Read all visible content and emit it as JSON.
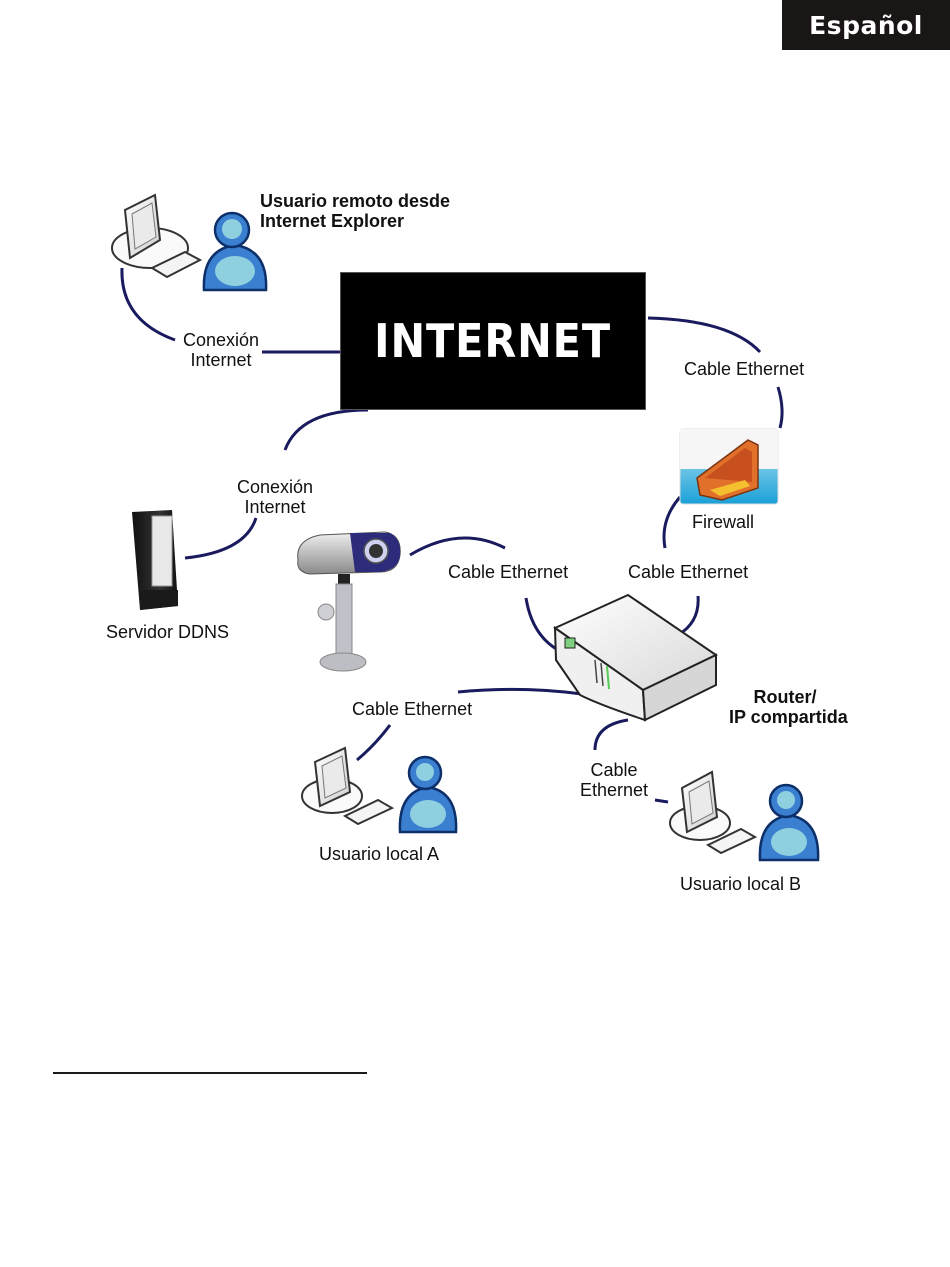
{
  "header": {
    "language_tab": "Español"
  },
  "diagram": {
    "center": "INTERNET",
    "nodes": {
      "remote_user": "Usuario remoto desde\nInternet Explorer",
      "remote_user_line1": "Usuario remoto desde",
      "remote_user_line2": "Internet Explorer",
      "ddns_server": "Servidor DDNS",
      "firewall": "Firewall",
      "router_line1": "Router/",
      "router_line2": "IP compartida",
      "local_user_a": "Usuario local A",
      "local_user_b": "Usuario local B"
    },
    "connections": {
      "remote_conn_line1": "Conexión",
      "remote_conn_line2": "Internet",
      "ddns_conn_line1": "Conexión",
      "ddns_conn_line2": "Internet",
      "internet_firewall": "Cable Ethernet",
      "camera_router": "Cable Ethernet",
      "firewall_router": "Cable Ethernet",
      "router_user_a": "Cable Ethernet",
      "router_user_b_line1": "Cable",
      "router_user_b_line2": "Ethernet"
    },
    "colors": {
      "cable": "#1a1a5e",
      "user_fill": "#3a7fd0",
      "user_light": "#8fd0e0",
      "internet_bg": "#000000"
    }
  }
}
